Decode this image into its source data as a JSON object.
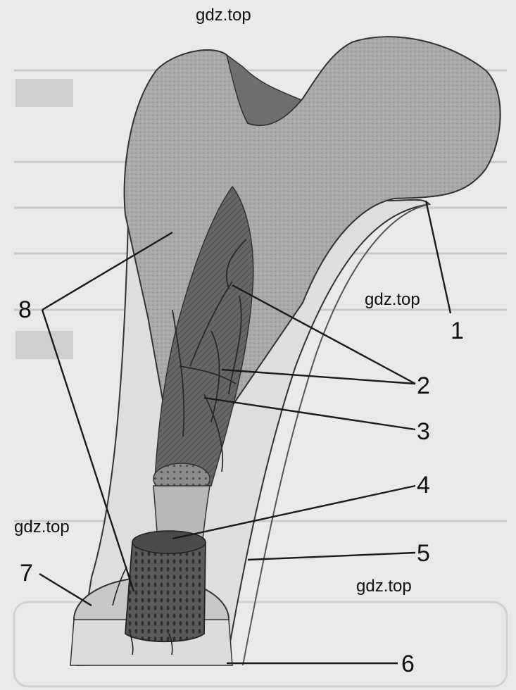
{
  "watermark": "gdz.top",
  "labels": {
    "l1": "1",
    "l2": "2",
    "l3": "3",
    "l4": "4",
    "l5": "5",
    "l6": "6",
    "l7": "7",
    "l8": "8"
  },
  "colors": {
    "page": "#e9e9e9",
    "bone_spongy": "#a9a9a9",
    "bone_compact": "#dedede",
    "marrow": "#5f5f5f",
    "ink": "#1a1a1a"
  }
}
